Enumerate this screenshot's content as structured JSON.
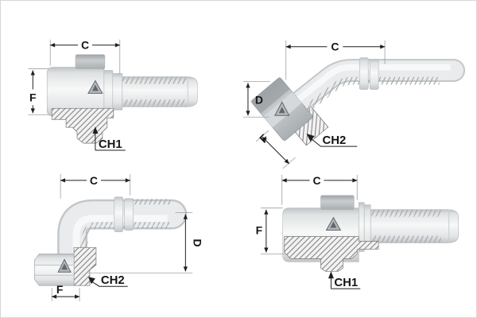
{
  "drawing": {
    "description_colors": {
      "background": "#ffffff",
      "metal_light": "#f7f8f8",
      "metal_dark": "#bfc3c6",
      "boss_gray": "#9ea3a7",
      "dimension_line": "#1f1f1f",
      "extension_line": "#9aa0a4",
      "hatch_line": "#6b6b6b"
    },
    "fittings": {
      "top_left": {
        "dims": {
          "c": "C",
          "f": "F",
          "ch": "CH1"
        }
      },
      "top_right": {
        "dims": {
          "c": "C",
          "d": "D",
          "f": "F",
          "ch": "CH2"
        }
      },
      "bottom_left": {
        "dims": {
          "c": "C",
          "d": "D",
          "f": "F",
          "ch": "CH2"
        }
      },
      "bottom_right": {
        "dims": {
          "c": "C",
          "f": "F",
          "ch": "CH1"
        }
      }
    }
  }
}
